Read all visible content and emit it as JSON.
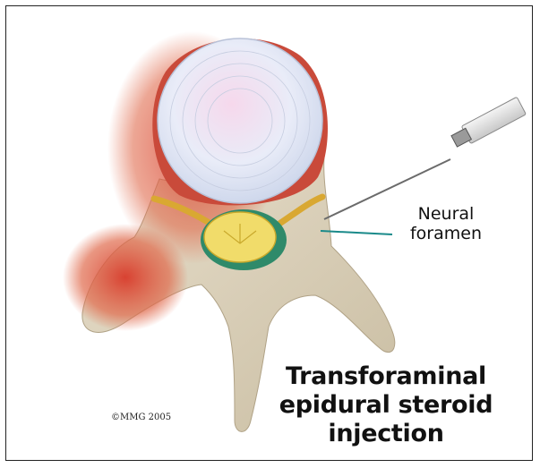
{
  "labels": {
    "neural_foramen": "Neural foramen",
    "caption": "Transforaminal epidural steroid injection",
    "copyright": "©MMG 2005"
  },
  "colors": {
    "bone": "#d8cdb6",
    "disc": "#ece9f4",
    "inflammation": "#d83a2a",
    "nerve": "#e8c24a",
    "foramen_line": "#1a8a8a"
  }
}
